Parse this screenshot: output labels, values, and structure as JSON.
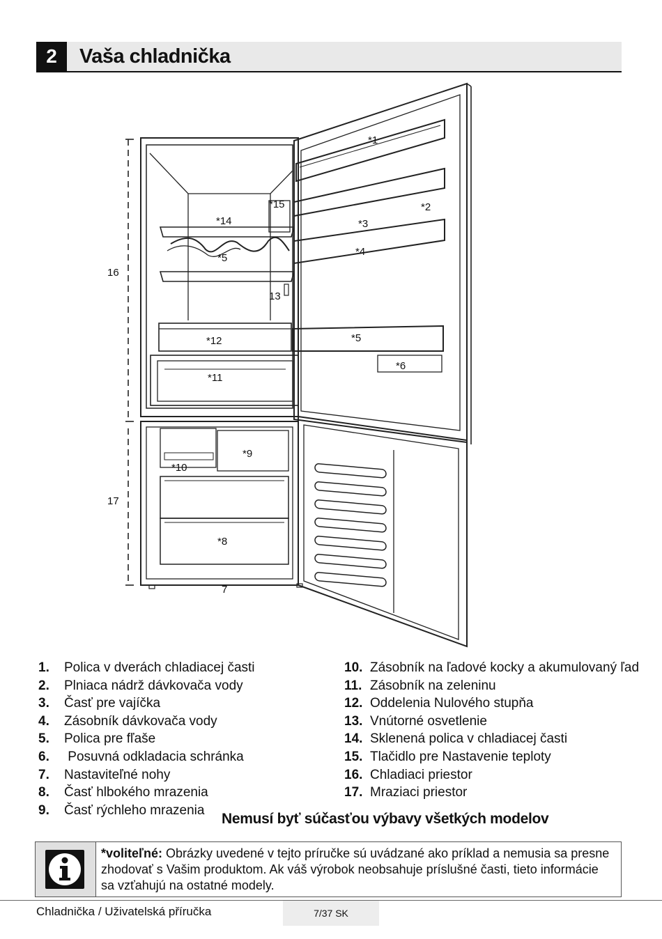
{
  "header": {
    "section_number": "2",
    "title": "Vaša chladnička"
  },
  "diagram_labels": {
    "l1": "*1",
    "l2": "*2",
    "l3": "*3",
    "l4": "*4",
    "l5_left": "*5",
    "l5_right": "*5",
    "l6": "*6",
    "l7": "7",
    "l8": "*8",
    "l9": "*9",
    "l10": "*10",
    "l11": "*11",
    "l12": "*12",
    "l13": "13",
    "l14": "*14",
    "l15": "*15",
    "l16": "16",
    "l17": "17"
  },
  "parts_left": [
    {
      "num": "1.",
      "text": "Polica v dverách chladiacej časti"
    },
    {
      "num": "2.",
      "text": "Plniaca nádrž dávkovača vody"
    },
    {
      "num": "3.",
      "text": "Časť pre vajíčka"
    },
    {
      "num": "4.",
      "text": "Zásobník dávkovača vody"
    },
    {
      "num": "5.",
      "text": "Polica pre fľaše"
    },
    {
      "num": "6.",
      "text": " Posuvná odkladacia schránka"
    },
    {
      "num": "7.",
      "text": "Nastaviteľné nohy"
    },
    {
      "num": "8.",
      "text": "Časť hlbokého mrazenia"
    },
    {
      "num": "9.",
      "text": "Časť rýchleho mrazenia"
    }
  ],
  "parts_right": [
    {
      "num": "10.",
      "text": "Zásobník na ľadové kocky a akumulovaný ľad"
    },
    {
      "num": "11.",
      "text": "Zásobník na zeleninu"
    },
    {
      "num": "12.",
      "text": "Oddelenia Nulového stupňa"
    },
    {
      "num": "13.",
      "text": "Vnútorné osvetlenie"
    },
    {
      "num": "14.",
      "text": "Sklenená polica v chladiacej časti"
    },
    {
      "num": "15.",
      "text": "Tlačidlo pre Nastavenie teploty"
    },
    {
      "num": "16.",
      "text": "Chladiaci priestor"
    },
    {
      "num": "17.",
      "text": "Mraziaci priestor"
    }
  ],
  "optional_note": "Nemusí byť súčasťou výbavy všetkých modelov",
  "info_box": {
    "label": "*voliteľné:",
    "text": " Obrázky uvedené v tejto príručke sú uvádzané ako príklad a nemusia sa presne zhodovať s Vašim produktom. Ak váš výrobok neobsahuje príslušné časti, tieto informácie sa vzťahujú na ostatné modely."
  },
  "footer": {
    "doc_title": "Chladnička / Uživatelská příručka",
    "page": "7/37 SK"
  }
}
